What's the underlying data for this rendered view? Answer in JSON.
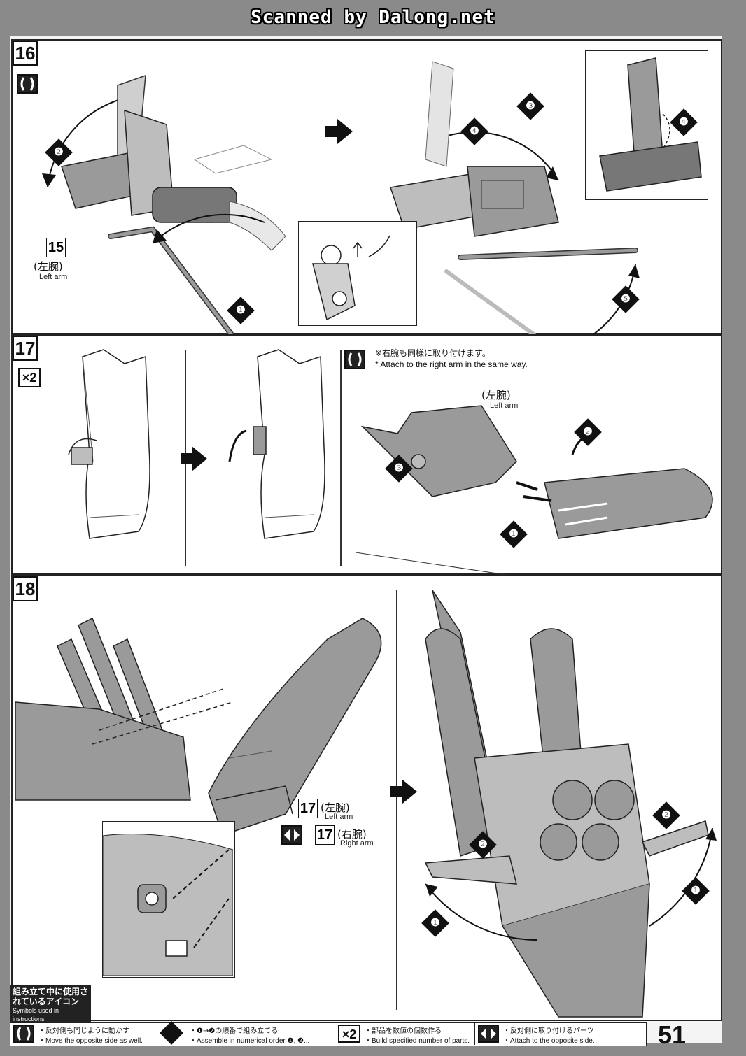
{
  "watermark": "Scanned by Dalong.net",
  "steps": {
    "s16": {
      "number": "16",
      "ref_part": "15",
      "ref_label_jp": "(左腕)",
      "ref_label_en": "Left arm",
      "callouts": [
        "❷",
        "❶",
        "❸",
        "❹",
        "❺",
        "❹"
      ]
    },
    "s17": {
      "number": "17",
      "multiplier": "×2",
      "note_jp": "※右腕も同様に取り付けます。",
      "note_en": "* Attach to the right arm in the same way.",
      "arm_label_jp": "(左腕)",
      "arm_label_en": "Left arm",
      "callouts": [
        "❷",
        "❸",
        "❶"
      ]
    },
    "s18": {
      "number": "18",
      "ref_left_num": "17",
      "ref_left_jp": "(左腕)",
      "ref_left_en": "Left arm",
      "ref_right_num": "17",
      "ref_right_jp": "(右腕)",
      "ref_right_en": "Right arm",
      "callouts": [
        "❷",
        "❷",
        "❶",
        "❶"
      ]
    }
  },
  "legend": {
    "title_jp": "組み立て中に使用されているアイコン",
    "title_en": "Symbols used in instructions",
    "items": [
      {
        "icon": "move-opposite-icon",
        "jp": "・反対側も同じように動かす",
        "en": "・Move the opposite side as well."
      },
      {
        "icon": "numerical-order-icon",
        "jp": "・❶→❷の順番で組み立てる",
        "en": "・Assemble in numerical order ❶, ❷..."
      },
      {
        "icon": "multiplier-icon",
        "label": "×2",
        "jp": "・部品を数値の個数作る",
        "en": "・Build specified number of parts."
      },
      {
        "icon": "opposite-side-icon",
        "jp": "・反対側に取り付けるパーツ",
        "en": "・Attach to the opposite side."
      }
    ]
  },
  "page_number": "51",
  "colors": {
    "dark": "#111111",
    "part_mid": "#9a9a9a",
    "part_light": "#d4d4d4",
    "paper": "#ffffff"
  }
}
